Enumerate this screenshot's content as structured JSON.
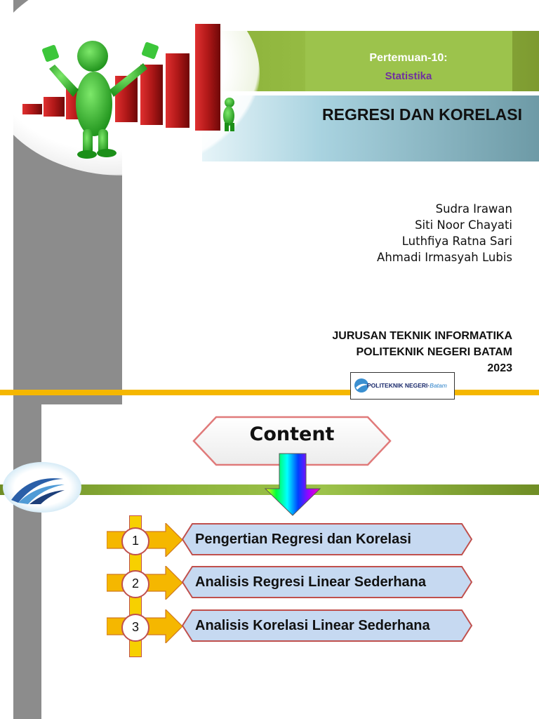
{
  "slide1": {
    "subtitle_top": "Pertemuan-10:",
    "subtitle_topic": "Statistika",
    "title": "REGRESI DAN KORELASI",
    "authors": [
      "Sudra Irawan",
      "Siti Noor Chayati",
      "Luthfiya Ratna Sari",
      "Ahmadi Irmasyah Lubis"
    ],
    "institution": [
      "JURUSAN TEKNIK INFORMATIKA",
      "POLITEKNIK NEGERI BATAM",
      "2023"
    ],
    "logo_text_main": "POLITEKNIK NEGERI",
    "logo_text_sub": "Batam"
  },
  "slide2": {
    "heading": "Content",
    "items": [
      {
        "number": "1",
        "label": "Pengertian Regresi dan Korelasi"
      },
      {
        "number": "2",
        "label": "Analisis Regresi Linear Sederhana"
      },
      {
        "number": "3",
        "label": "Analisis Korelasi Linear Sederhana"
      }
    ]
  },
  "colors": {
    "green_band": "#8cb23a",
    "accent_purple": "#7030a0",
    "orange_line": "#f5b700",
    "item_fill": "#c6d9f1",
    "item_border": "#c0504d",
    "arrow_yellow": "#f5b700",
    "bar_red": "#b01818",
    "figure_green": "#2fb52a"
  },
  "icons": [
    "bar-chart-figure-illustration",
    "polibatam-logo",
    "rainbow-down-arrow",
    "yellow-right-arrow"
  ]
}
